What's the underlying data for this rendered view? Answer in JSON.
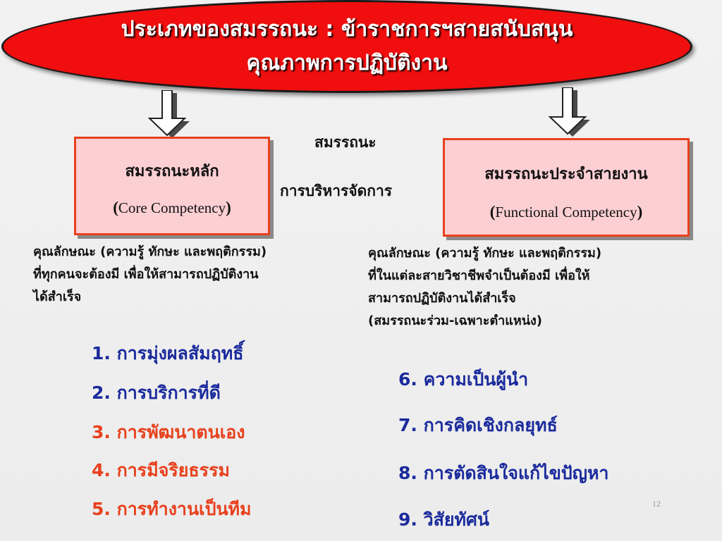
{
  "title": {
    "line1": "ประเภทของสมรรถนะ : ข้าราชการฯสายสนับสนุน",
    "line2": "คุณภาพการปฏิบัติงาน"
  },
  "middle": {
    "line1": "สมรรถนะ",
    "line2": "การบริหารจัดการ"
  },
  "core_box": {
    "title": "สมรรถนะหลัก",
    "paren_open": "(",
    "english": "Core Competency",
    "paren_close": ")"
  },
  "functional_box": {
    "title": "สมรรถนะประจำสายงาน",
    "paren_open": "(",
    "english": "Functional Competency",
    "paren_close": ")"
  },
  "core_description": {
    "line1": "คุณลักษณะ (ความรู้ ทักษะ และพฤติกรรม)",
    "line2": "ที่ทุกคนจะต้องมี เพื่อให้สามารถปฏิบัติงาน",
    "line3": "ได้สำเร็จ"
  },
  "functional_description": {
    "line1": "คุณลักษณะ (ความรู้ ทักษะ และพฤติกรรม)",
    "line2": "ที่ในแต่ละสายวิชาชีพจำเป็นต้องมี เพื่อให้",
    "line3": "สามารถปฏิบัติงานได้สำเร็จ",
    "line4": "(สมรรถนะร่วม-เฉพาะตำแหน่ง)"
  },
  "core_items": [
    "1.  การมุ่งผลสัมฤทธิ์",
    "2.  การบริการที่ดี",
    "3. การพัฒนาตนเอง",
    "4. การมีจริยธรรม",
    "5. การทำงานเป็นทีม"
  ],
  "functional_items": [
    "6. ความเป็นผู้นำ",
    "7. การคิดเชิงกลยุทธ์",
    "8. การตัดสินใจแก้ไขปัญหา",
    "9. วิสัยทัศน์"
  ],
  "page_number": "12",
  "colors": {
    "title_fill": "#f00e0e",
    "box_fill": "#fccfd3",
    "box_border": "#e8401c",
    "blue_text": "#1a2a9c",
    "orange_text": "#e8401c"
  }
}
